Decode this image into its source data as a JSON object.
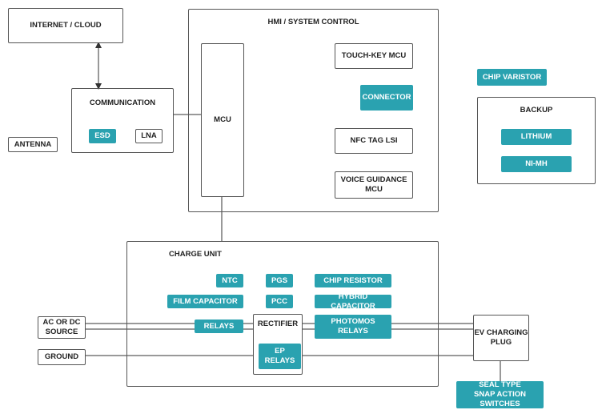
{
  "colors": {
    "accent": "#2aa2b0",
    "border": "#555555",
    "line": "#333333"
  },
  "regions": {
    "hmi": "HMI / SYSTEM CONTROL",
    "charge_unit": "CHARGE UNIT",
    "backup": "BACKUP",
    "communication": "COMMUNICATION"
  },
  "blocks": {
    "internet": "INTERNET / CLOUD",
    "mcu": "MCU",
    "touch_key": "TOUCH-KEY MCU",
    "connector": "CONNECTOR",
    "nfc": "NFC TAG LSI",
    "voice": "VOICE GUIDANCE\nMCU",
    "esd": "ESD",
    "lna": "LNA",
    "antenna": "ANTENNA",
    "chip_varistor": "CHIP VARISTOR",
    "lithium": "LITHIUM",
    "nimh": "Ni-MH",
    "ntc": "NTC",
    "pgs": "PGS",
    "chip_resistor": "CHIP RESISTOR",
    "film_capacitor": "FILM CAPACITOR",
    "pcc": "PCC",
    "hybrid_capacitor": "HYBRID CAPACITOR",
    "relays": "RELAYS",
    "rectifier": "RECTIFIER",
    "ep_relays": "EP\nRELAYS",
    "photomos": "PHOTOMOS\nRELAYS",
    "ac_dc": "AC OR DC\nSOURCE",
    "ground": "GROUND",
    "ev_plug": "EV CHARGING\nPLUG",
    "seal_switches": "SEAL TYPE\nSNAP ACTION SWITCHES"
  }
}
